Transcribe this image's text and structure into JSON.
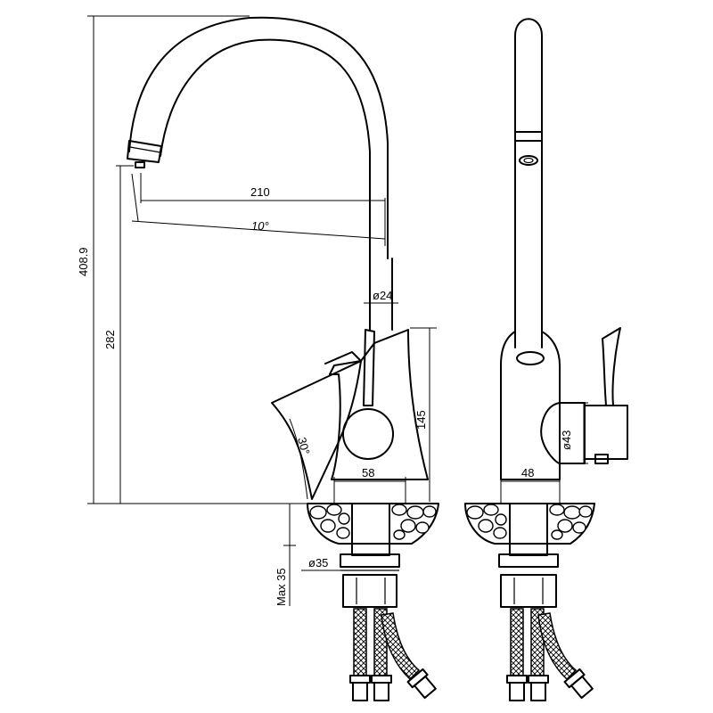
{
  "dimensions": {
    "total_height": "408.9",
    "spout_height": "282",
    "spout_reach": "210",
    "spout_angle": "10°",
    "pipe_diameter": "ø24",
    "lever_height": "145",
    "lever_angle": "30°",
    "body_width_side": "58",
    "max_thickness": "Max 35",
    "shank_diameter": "ø35",
    "body_width_front": "48",
    "cartridge_diameter": "ø43"
  },
  "colors": {
    "line": "#000000",
    "background": "#ffffff"
  }
}
